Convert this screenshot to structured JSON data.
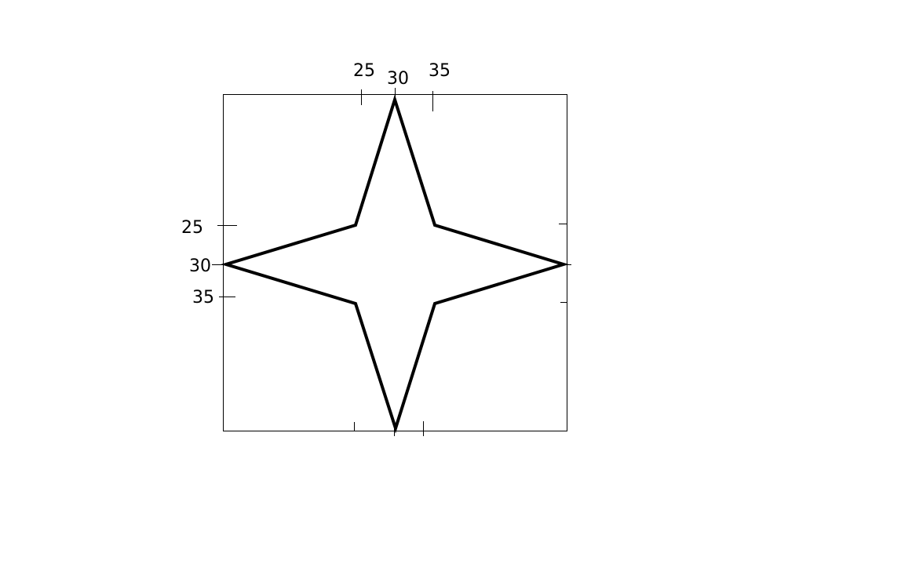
{
  "figure": {
    "top_labels": [
      "25",
      "30",
      "35"
    ],
    "left_labels": [
      "25",
      "30",
      "35"
    ],
    "shape": "four-pointed star",
    "colors": {
      "background": "#ffffff",
      "stroke": "#000000"
    }
  }
}
